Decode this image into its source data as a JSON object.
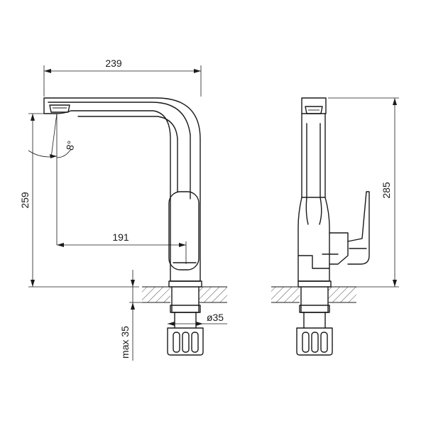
{
  "dimensions": {
    "overall_width": "239",
    "height_left": "259",
    "reach": "191",
    "angle": "8°",
    "max_thickness": "max 35",
    "hole_diameter": "ø35",
    "overall_height": "285"
  },
  "colors": {
    "line": "#1a1a1a",
    "background": "#ffffff"
  }
}
